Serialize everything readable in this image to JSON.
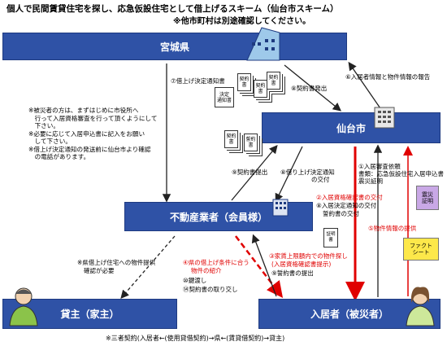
{
  "header": {
    "title": "個人で民間賃貸住宅を探し、応急仮設住宅として借上げるスキーム（仙台市スキーム）",
    "subtitle": "※他市町村は別途確認してください。"
  },
  "boxes": {
    "miyagi": "宮城県",
    "sendai": "仙台市",
    "fudosan": "不動産業者（会員様）",
    "kanushi": "貸主（家主）",
    "nyukyo": "入居者（被災者）"
  },
  "labels": {
    "kariage_tsuchi": "⑦借上げ決定通知書",
    "keiyaku_hasso": "⑧契約書発出",
    "houkoku": "⑥入居者情報と物件情報の報告",
    "keiyaku_teishutsu": "⑨契約書提出",
    "kariuke_1": "⑧借り上げ決定通知",
    "kariuke_2": "の交付",
    "irai_1": "①入居審査依頼",
    "irai_2": "書類：応急仮設住宅入居申込書",
    "irai_3": "震災証明",
    "shikaku_1": "②入居資格確認書の交付",
    "shikaku_2": "⑧入居決定通知の交付",
    "shikaku_3": "誓約書の交付",
    "bukken_joho": "⑤物件情報の提供",
    "jouken_1": "④県の借上げ条件に合う",
    "jouken_2": "物件の紹介",
    "kagi": "⑩鍵渡し",
    "torikawashi": "⑭契約書の取り交し",
    "sagashi_1": "③家賃上限額内での物件探し",
    "sagashi_2": "(入居資格確認書提示)",
    "seiyaku": "⑨誓約書の提出",
    "teikyou_1": "※県借上げ住宅への物件提供",
    "teikyou_2": "確認が必要"
  },
  "notes": [
    "※被災者の方は、まずはじめに市役所へ",
    "　行って入居資格審査を行って頂くようにして",
    "　下さい。",
    "※必要に応じて入居申込書に記入をお願い",
    "　して下さい。",
    "※借上げ決定通知の発送前に仙台市より確認",
    "　の電話があります。"
  ],
  "docs": {
    "kettei_1": "決定",
    "kettei_2": "通知書",
    "keiyaku": "契約書",
    "seiyakusho": "誓約書",
    "shoumeisho": "証明書"
  },
  "tags": {
    "shinsai_1": "震災",
    "shinsai_2": "証明",
    "fact_1": "ファクト",
    "fact_2": "シート"
  },
  "footer": "※三者契約(入居者←(使用貸借契約)→県←(賃貸借契約)→貸主)",
  "colors": {
    "box": "#2f52a6",
    "red_arrow": "#e00000",
    "black_arrow": "#222222"
  },
  "icons": [
    "building-icon",
    "office-building-icon",
    "small-building-icon",
    "landlord-person-icon",
    "resident-person-icon"
  ]
}
